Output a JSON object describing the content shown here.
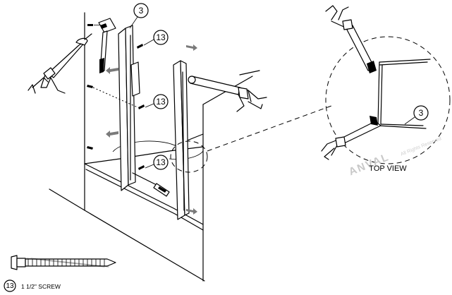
{
  "diagram": {
    "callouts": {
      "panel": "3",
      "screw_top": "13",
      "screw_mid": "13",
      "screw_low": "13",
      "panel_top_view": "3"
    },
    "top_view_label": "TOP VIEW",
    "legend": {
      "number": "13",
      "text": "1 1/2\" SCREW"
    },
    "watermark": {
      "text": "ANVAL",
      "subtext": "All Rights Reserved"
    }
  }
}
